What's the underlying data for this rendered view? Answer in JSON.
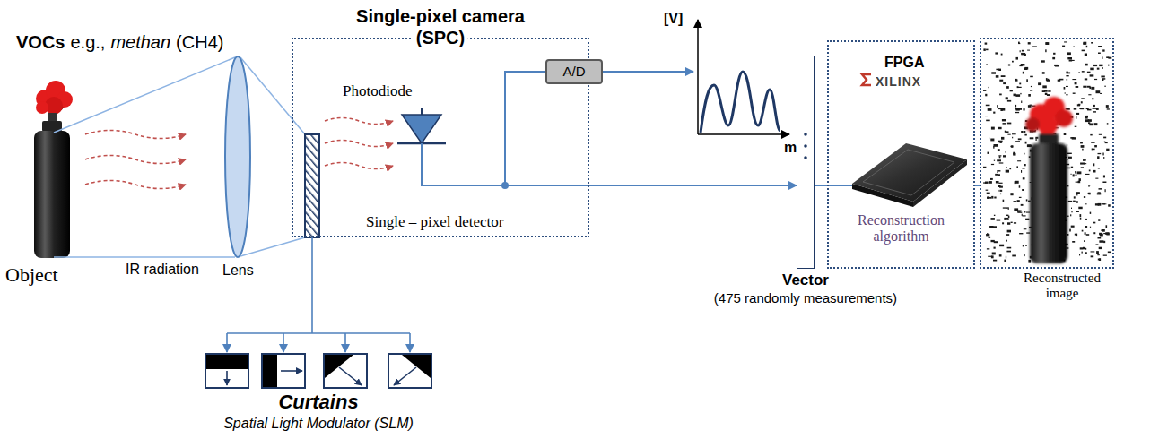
{
  "diagram": {
    "nodes": [
      {
        "text": [
          "Single-pixel camera",
          "(SPC)"
        ]
      },
      {
        "text": [
          "A/D"
        ]
      },
      {
        "text": [
          "Vector",
          "(475 randomly measurements)"
        ]
      },
      {
        "text": [
          "FPGA",
          "XILINX",
          "Reconstruction algorithm"
        ]
      },
      {
        "text": [
          "Reconstructed image"
        ]
      }
    ],
    "edges": [
      {
        "from": 0,
        "to": 2,
        "arrow": "to"
      },
      {
        "from": 2,
        "to": 3,
        "arrow": "none"
      },
      {
        "from": 3,
        "to": 4,
        "arrow": "none"
      }
    ],
    "labels": [
      "VOCs",
      "e.g.,",
      "methan",
      "(CH4)",
      "Object",
      "IR radiation",
      "Lens",
      "Photodiode",
      "Single – pixel detector",
      "[V]",
      "m",
      "Curtains",
      "Spatial Light Modulator (SLM)"
    ]
  }
}
